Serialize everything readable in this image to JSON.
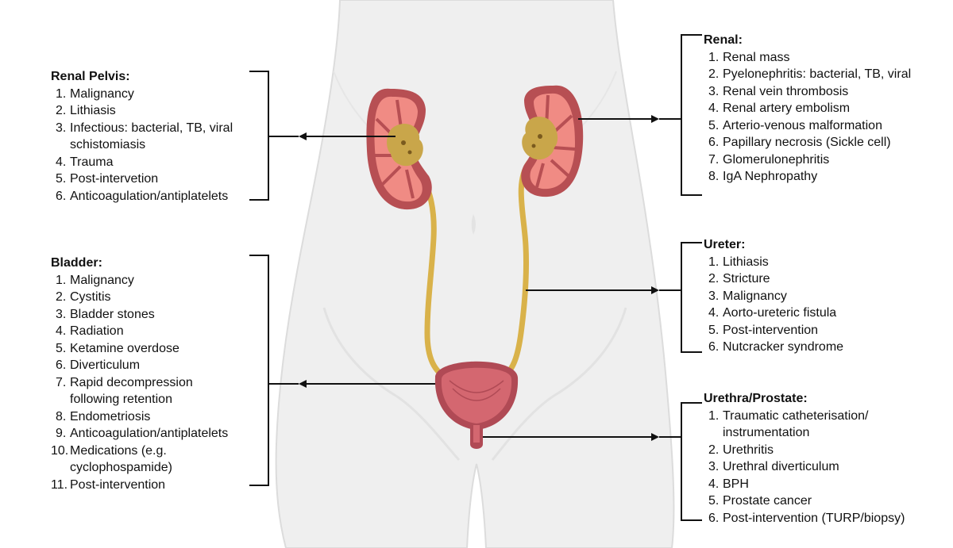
{
  "colors": {
    "body_fill": "#efefef",
    "body_stroke": "#dcdcdc",
    "kidney_outer": "#b74f53",
    "kidney_inner": "#f08b84",
    "pelvis": "#c9a64a",
    "ureter": "#d9b24a",
    "bladder_outer": "#b04a55",
    "bladder_inner": "#d46770",
    "bracket": "#111111"
  },
  "panels": {
    "renal_pelvis": {
      "title": "Renal Pelvis:",
      "items": [
        {
          "num": "1.",
          "text": "Malignancy"
        },
        {
          "num": "2.",
          "text": "Lithiasis"
        },
        {
          "num": "3.",
          "text": "Infectious: bacterial, TB, viral schistomiasis"
        },
        {
          "num": "4.",
          "text": "Trauma"
        },
        {
          "num": "5.",
          "text": "Post-intervetion"
        },
        {
          "num": "6.",
          "text": "Anticoagulation/antiplatelets"
        }
      ]
    },
    "bladder": {
      "title": "Bladder:",
      "items": [
        {
          "num": "1.",
          "text": "Malignancy"
        },
        {
          "num": "2.",
          "text": "Cystitis"
        },
        {
          "num": "3.",
          "text": "Bladder stones"
        },
        {
          "num": "4.",
          "text": "Radiation"
        },
        {
          "num": "5.",
          "text": "Ketamine overdose"
        },
        {
          "num": "6.",
          "text": "Diverticulum"
        },
        {
          "num": "7.",
          "text": "Rapid decompression following retention"
        },
        {
          "num": "8.",
          "text": "Endometriosis"
        },
        {
          "num": "9.",
          "text": "Anticoagulation/antiplatelets"
        },
        {
          "num": "10.",
          "text": "Medications (e.g. cyclophospamide)"
        },
        {
          "num": "11.",
          "text": "Post-intervention"
        }
      ]
    },
    "renal": {
      "title": "Renal:",
      "items": [
        {
          "num": "1.",
          "text": "Renal mass"
        },
        {
          "num": "2.",
          "text": "Pyelonephritis: bacterial, TB, viral"
        },
        {
          "num": "3.",
          "text": "Renal vein thrombosis"
        },
        {
          "num": "4.",
          "text": "Renal artery embolism"
        },
        {
          "num": "5.",
          "text": "Arterio-venous malformation"
        },
        {
          "num": "6.",
          "text": "Papillary necrosis (Sickle cell)"
        },
        {
          "num": "7.",
          "text": "Glomerulonephritis"
        },
        {
          "num": "8.",
          "text": "IgA Nephropathy"
        }
      ]
    },
    "ureter": {
      "title": "Ureter:",
      "items": [
        {
          "num": "1.",
          "text": "Lithiasis"
        },
        {
          "num": "2.",
          "text": "Stricture"
        },
        {
          "num": "3.",
          "text": "Malignancy"
        },
        {
          "num": "4.",
          "text": "Aorto-ureteric fistula"
        },
        {
          "num": "5.",
          "text": "Post-intervention"
        },
        {
          "num": "6.",
          "text": "Nutcracker syndrome"
        }
      ]
    },
    "urethra_prostate": {
      "title": "Urethra/Prostate:",
      "items": [
        {
          "num": "1.",
          "text": "Traumatic catheterisation/ instrumentation"
        },
        {
          "num": "2.",
          "text": "Urethritis"
        },
        {
          "num": "3.",
          "text": "Urethral diverticulum"
        },
        {
          "num": "4.",
          "text": "BPH"
        },
        {
          "num": "5.",
          "text": "Prostate cancer"
        },
        {
          "num": "6.",
          "text": "Post-intervention (TURP/biopsy)"
        }
      ]
    }
  }
}
